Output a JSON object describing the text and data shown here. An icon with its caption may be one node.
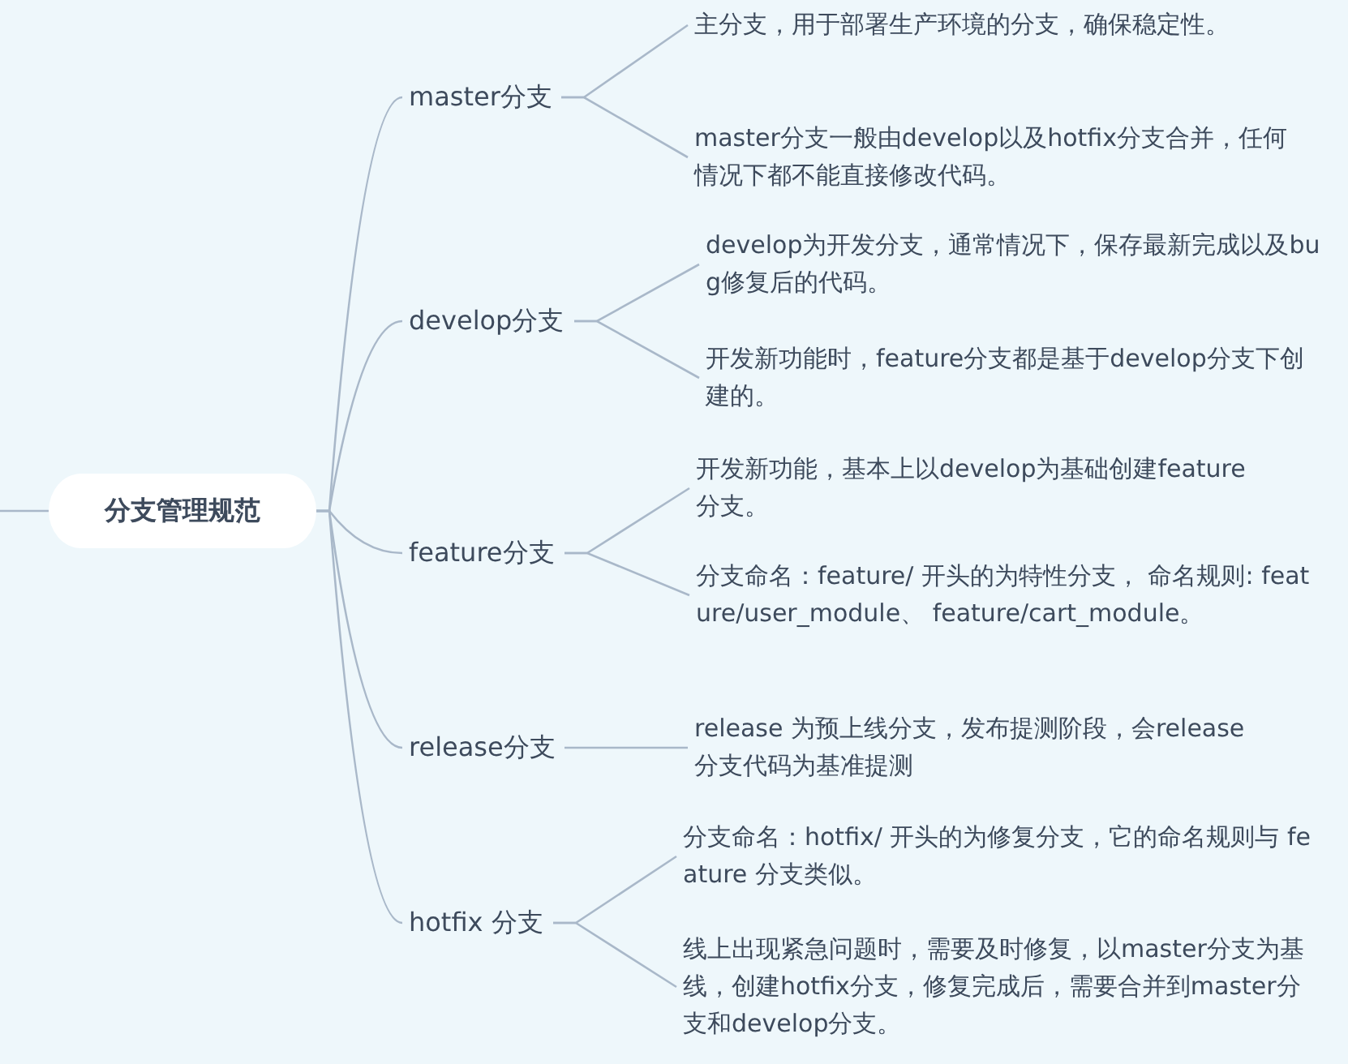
{
  "diagram": {
    "nodes": [
      {
        "text": [
          "分支管理规范"
        ]
      },
      {
        "text": [
          "master分支"
        ]
      },
      {
        "text": [
          "主分支，用于部署生产环境的分支，确保稳定性。"
        ]
      },
      {
        "text": [
          "master分支一般由develop以及hotfix分支合并，任何情况下都不能直接修改代码。"
        ]
      },
      {
        "text": [
          "develop分支"
        ]
      },
      {
        "text": [
          "develop为开发分支，通常情况下，保存最新完成以及bug修复后的代码。"
        ]
      },
      {
        "text": [
          "开发新功能时，feature分支都是基于develop分支下创建的。"
        ]
      },
      {
        "text": [
          "feature分支"
        ]
      },
      {
        "text": [
          "开发新功能，基本上以develop为基础创建feature分支。"
        ]
      },
      {
        "text": [
          "分支命名：feature/ 开头的为特性分支， 命名规则: feature/user_module、 feature/cart_module。"
        ]
      },
      {
        "text": [
          "release分支"
        ]
      },
      {
        "text": [
          "release 为预上线分支，发布提测阶段，会release分支代码为基准提测"
        ]
      },
      {
        "text": [
          "hotfix 分支"
        ]
      },
      {
        "text": [
          "分支命名：hotfix/ 开头的为修复分支，它的命名规则与 feature 分支类似。"
        ]
      },
      {
        "text": [
          "线上出现紧急问题时，需要及时修复，以master分支为基线，创建hotfix分支，修复完成后，需要合并到master分支和develop分支。"
        ]
      }
    ],
    "edges": [
      {
        "from": null,
        "to": 0,
        "arrow": "none"
      },
      {
        "from": 0,
        "to": 1,
        "arrow": "none"
      },
      {
        "from": 0,
        "to": 4,
        "arrow": "none"
      },
      {
        "from": 0,
        "to": 7,
        "arrow": "none"
      },
      {
        "from": 0,
        "to": 10,
        "arrow": "none"
      },
      {
        "from": 0,
        "to": 12,
        "arrow": "none"
      },
      {
        "from": 1,
        "to": 2,
        "arrow": "none"
      },
      {
        "from": 1,
        "to": 3,
        "arrow": "none"
      },
      {
        "from": 4,
        "to": 5,
        "arrow": "none"
      },
      {
        "from": 4,
        "to": 6,
        "arrow": "none"
      },
      {
        "from": 7,
        "to": 8,
        "arrow": "none"
      },
      {
        "from": 7,
        "to": 9,
        "arrow": "none"
      },
      {
        "from": 10,
        "to": 11,
        "arrow": "none"
      },
      {
        "from": 12,
        "to": 13,
        "arrow": "none"
      },
      {
        "from": 12,
        "to": 14,
        "arrow": "none"
      }
    ]
  }
}
